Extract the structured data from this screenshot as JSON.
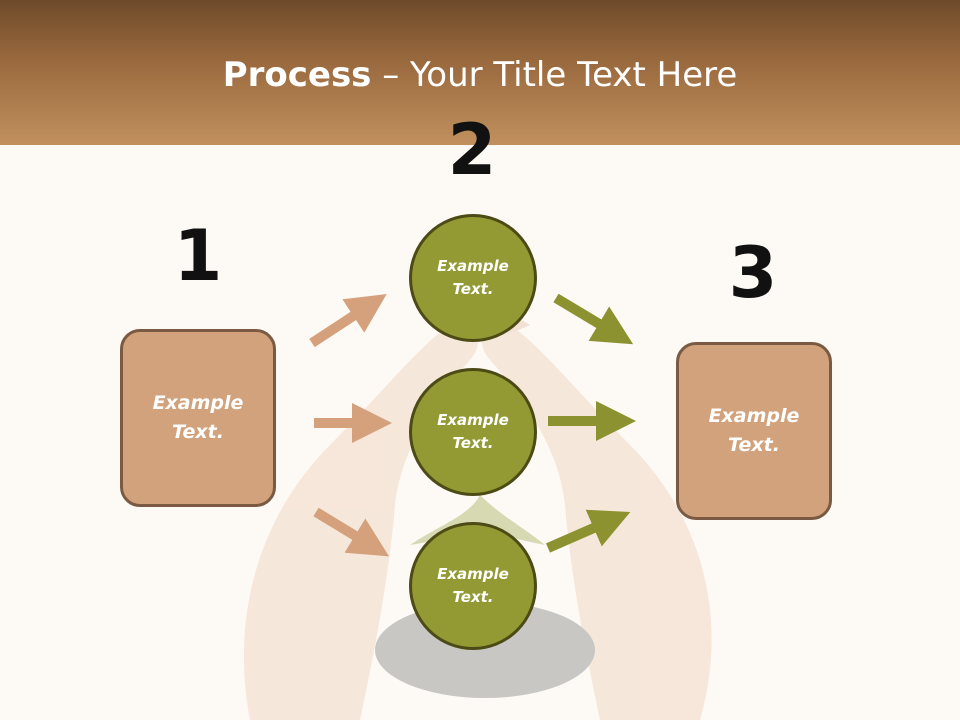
{
  "slide": {
    "title_bold": "Process",
    "title_rest": " – Your Title Text Here"
  },
  "steps": {
    "one": "1",
    "two": "2",
    "three": "3"
  },
  "left_box": {
    "text": "Example Text."
  },
  "right_box": {
    "text": "Example Text."
  },
  "circles": [
    {
      "text": "Example Text."
    },
    {
      "text": "Example Text."
    },
    {
      "text": "Example Text."
    }
  ],
  "colors": {
    "header_dark": "#6e4a2a",
    "header_light": "#c1905e",
    "box_fill": "#d2a27d",
    "box_border": "#7a5a43",
    "circle_fill": "#939a34",
    "circle_border": "#4c4a15",
    "arrow_tan": "#d4a17c",
    "arrow_olive": "#8c9230"
  }
}
